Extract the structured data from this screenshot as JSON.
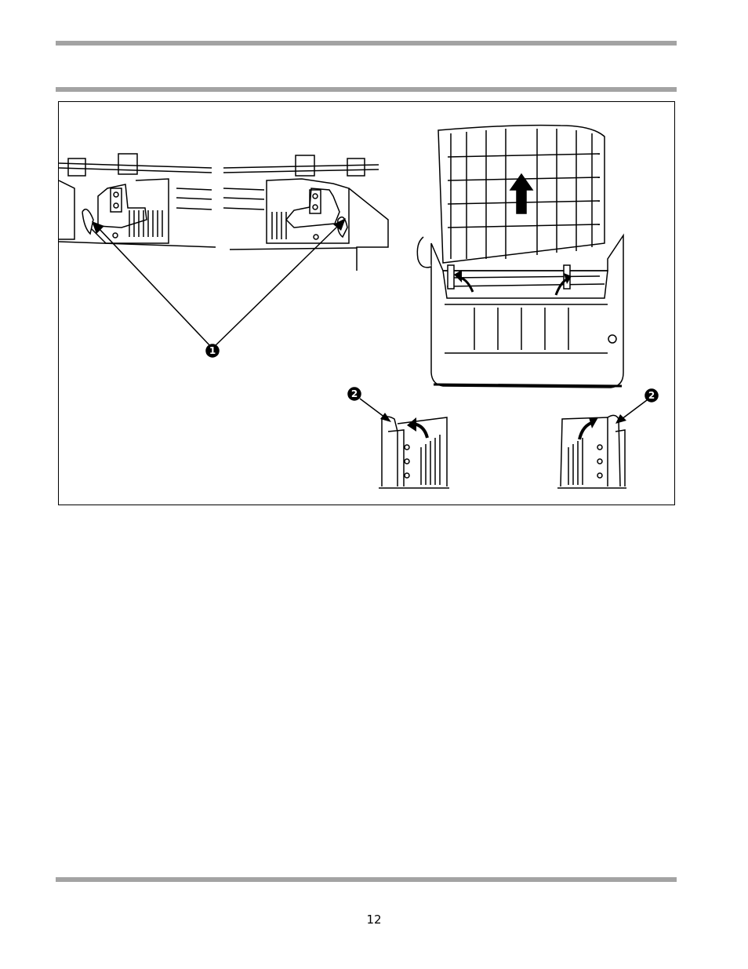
{
  "page": {
    "page_number": "12"
  },
  "figure": {
    "callouts": {
      "one": "1",
      "two": "2"
    }
  },
  "colors": {
    "rule": "#a3a3a3",
    "line": "#000000"
  }
}
